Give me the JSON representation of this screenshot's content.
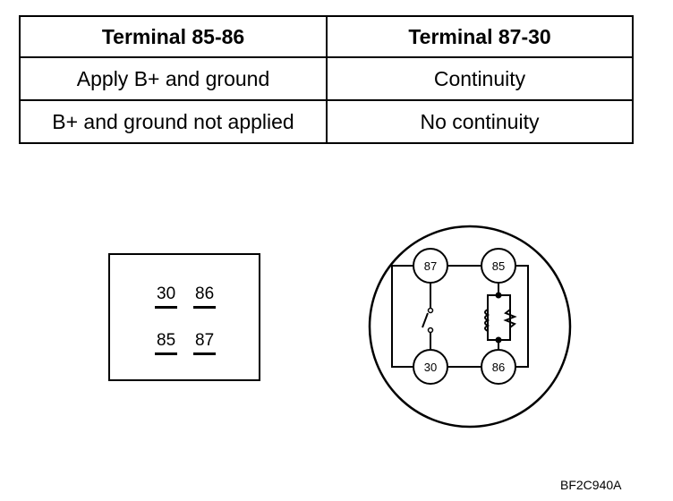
{
  "table": {
    "headers": [
      "Terminal 85-86",
      "Terminal 87-30"
    ],
    "rows": [
      [
        "Apply B+ and ground",
        "Continuity"
      ],
      [
        "B+ and ground not applied",
        "No continuity"
      ]
    ]
  },
  "relay_box": {
    "pins": [
      "30",
      "86",
      "85",
      "87"
    ]
  },
  "schematic": {
    "terminals": [
      "87",
      "85",
      "30",
      "86"
    ]
  },
  "figure_code": "BF2C940A"
}
